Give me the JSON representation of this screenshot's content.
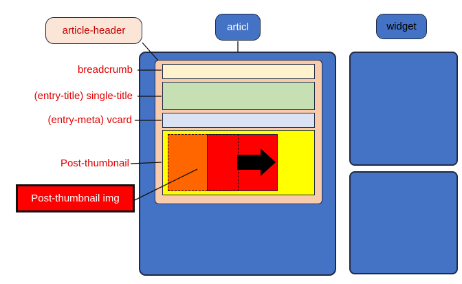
{
  "tags": {
    "article_header": "article-header",
    "article": "articl",
    "widget": "widget"
  },
  "labels": {
    "breadcrumb": "breadcrumb",
    "entry_title": "(entry-title) single-title",
    "entry_meta": "(entry-meta) vcard",
    "post_thumbnail": "Post-thumbnail",
    "post_thumbnail_img": "Post-thumbnail img"
  },
  "colors": {
    "blue": "#4472c4",
    "header_bg": "#f8cbad",
    "breadcrumb_bg": "#fff2cc",
    "title_bg": "#c6e0b4",
    "meta_bg": "#dae3f3",
    "thumb_bg": "#ffff00",
    "orange": "#ff6600",
    "red": "#ff0000",
    "label_red": "#e00000"
  },
  "icons": [
    "right-arrow-icon"
  ]
}
